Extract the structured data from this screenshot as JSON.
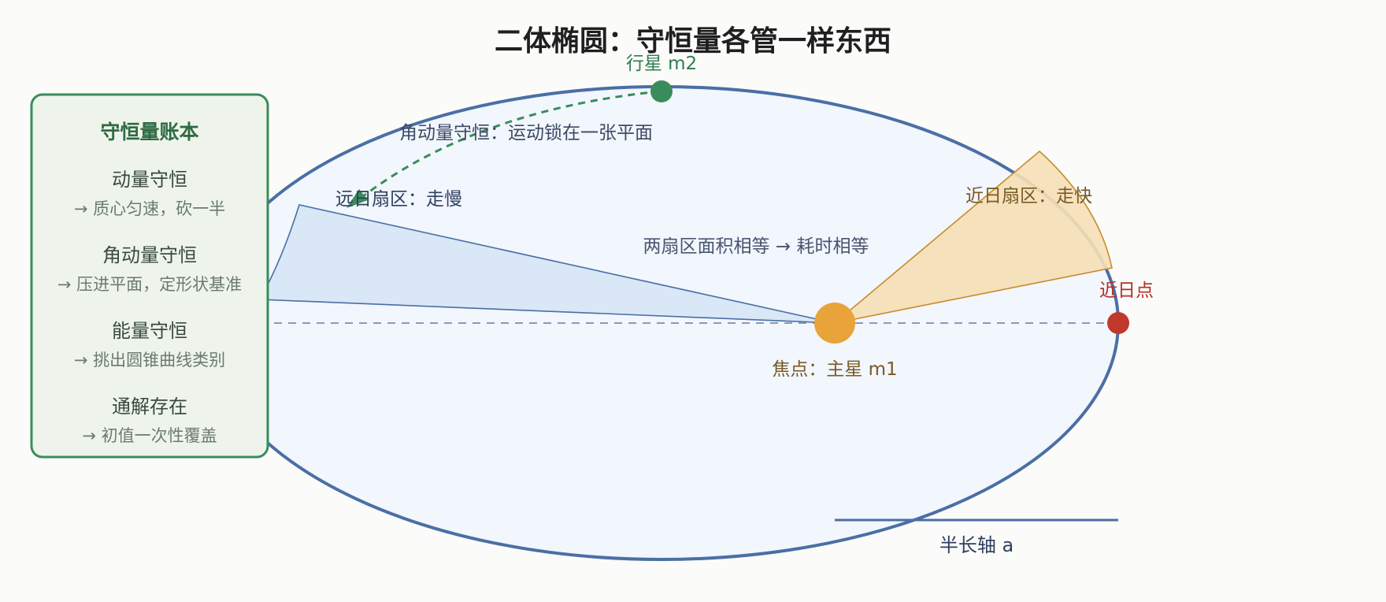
{
  "title": "二体椭圆：守恒量各管一样东西",
  "labels": {
    "planet": "行星 m2",
    "angular_arrow": "角动量守恒：运动锁在一张平面",
    "far_sector": "远日扇区：走慢",
    "near_sector": "近日扇区：走快",
    "equal_areas": "两扇区面积相等 → 耗时相等",
    "perihelion": "近日点",
    "focus": "焦点：主星 m1",
    "semi_major": "半长轴 a"
  },
  "ledger": {
    "heading": "守恒量账本",
    "items": [
      {
        "title": "动量守恒",
        "desc": "→ 质心匀速，砍一半"
      },
      {
        "title": "角动量守恒",
        "desc": "→ 压进平面，定形状基准"
      },
      {
        "title": "能量守恒",
        "desc": "→ 挑出圆锥曲线类别"
      },
      {
        "title": "通解存在",
        "desc": "→ 初值一次性覆盖"
      }
    ]
  },
  "colors": {
    "orbit": "#4a6fa5",
    "orbit_fill": "#f2f6fd",
    "focus_star": "#e8a33a",
    "planet": "#3a8c5a",
    "perihelion": "#c0392b",
    "far_sector_fill": "#d9e7f6",
    "near_sector_fill": "#f5dfb5",
    "near_sector_stroke": "#c98b2a",
    "ledger_border": "#3a8c5a",
    "ledger_fill": "#eef4ec"
  }
}
